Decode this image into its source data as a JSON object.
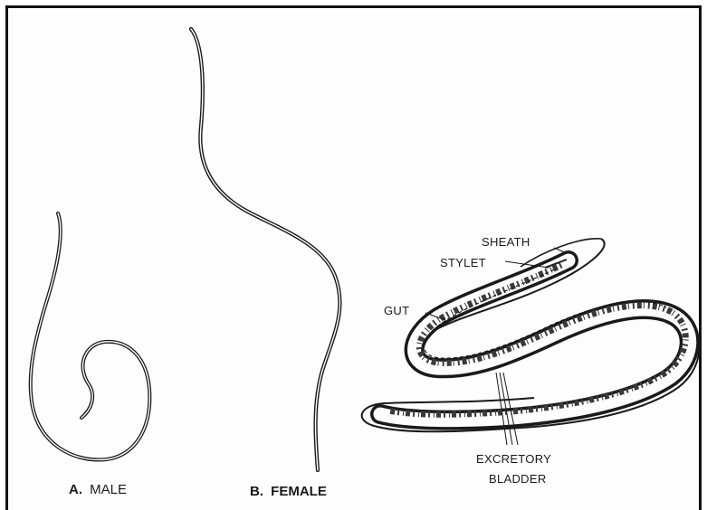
{
  "figure": {
    "male": {
      "letter": "A.",
      "label": "MALE"
    },
    "female": {
      "letter": "B.",
      "label": "FEMALE"
    },
    "parts": {
      "sheath": "SHEATH",
      "stylet": "STYLET",
      "gut": "GUT",
      "excretory": "EXCRETORY",
      "bladder": "BLADDER"
    }
  },
  "colors": {
    "ink": "#1a1a1a",
    "paper": "#fdfdfd"
  }
}
